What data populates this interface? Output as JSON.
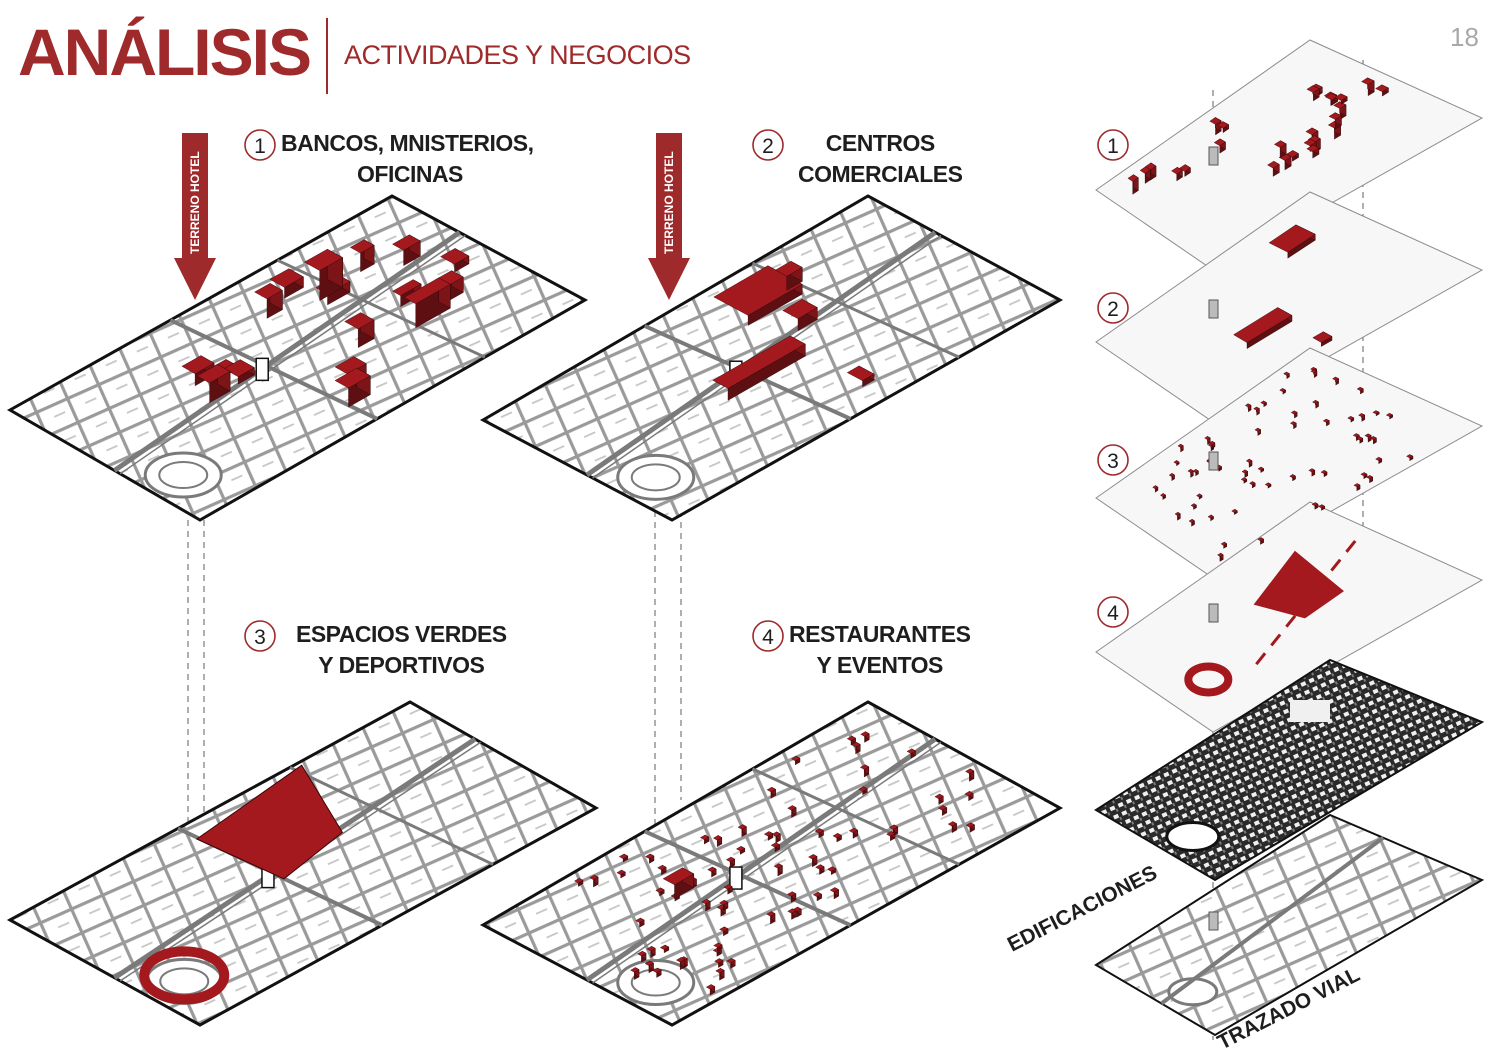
{
  "header": {
    "title": "ANÁLISIS",
    "subtitle": "ACTIVIDADES Y NEGOCIOS",
    "page_number": "18"
  },
  "panels": [
    {
      "number": "1",
      "line1": "BANCOS, MNISTERIOS,",
      "line2": "OFICINAS",
      "marker": "TERRENO HOTEL"
    },
    {
      "number": "2",
      "line1": "CENTROS",
      "line2": "COMERCIALES",
      "marker": "TERRENO HOTEL"
    },
    {
      "number": "3",
      "line1": "ESPACIOS VERDES",
      "line2": "Y DEPORTIVOS"
    },
    {
      "number": "4",
      "line1": "RESTAURANTES",
      "line2": "Y EVENTOS"
    }
  ],
  "layers": {
    "numbers": [
      "1",
      "2",
      "3",
      "4"
    ],
    "edificaciones": "EDIFICACIONES",
    "trazado_vial": "TRAZADO VIAL"
  },
  "colors": {
    "accent": "#9e2a2b",
    "building_red": "#a3191e",
    "road": "#8c8c8c",
    "text": "#1e1e1e",
    "page_number": "#a8a8a8"
  }
}
